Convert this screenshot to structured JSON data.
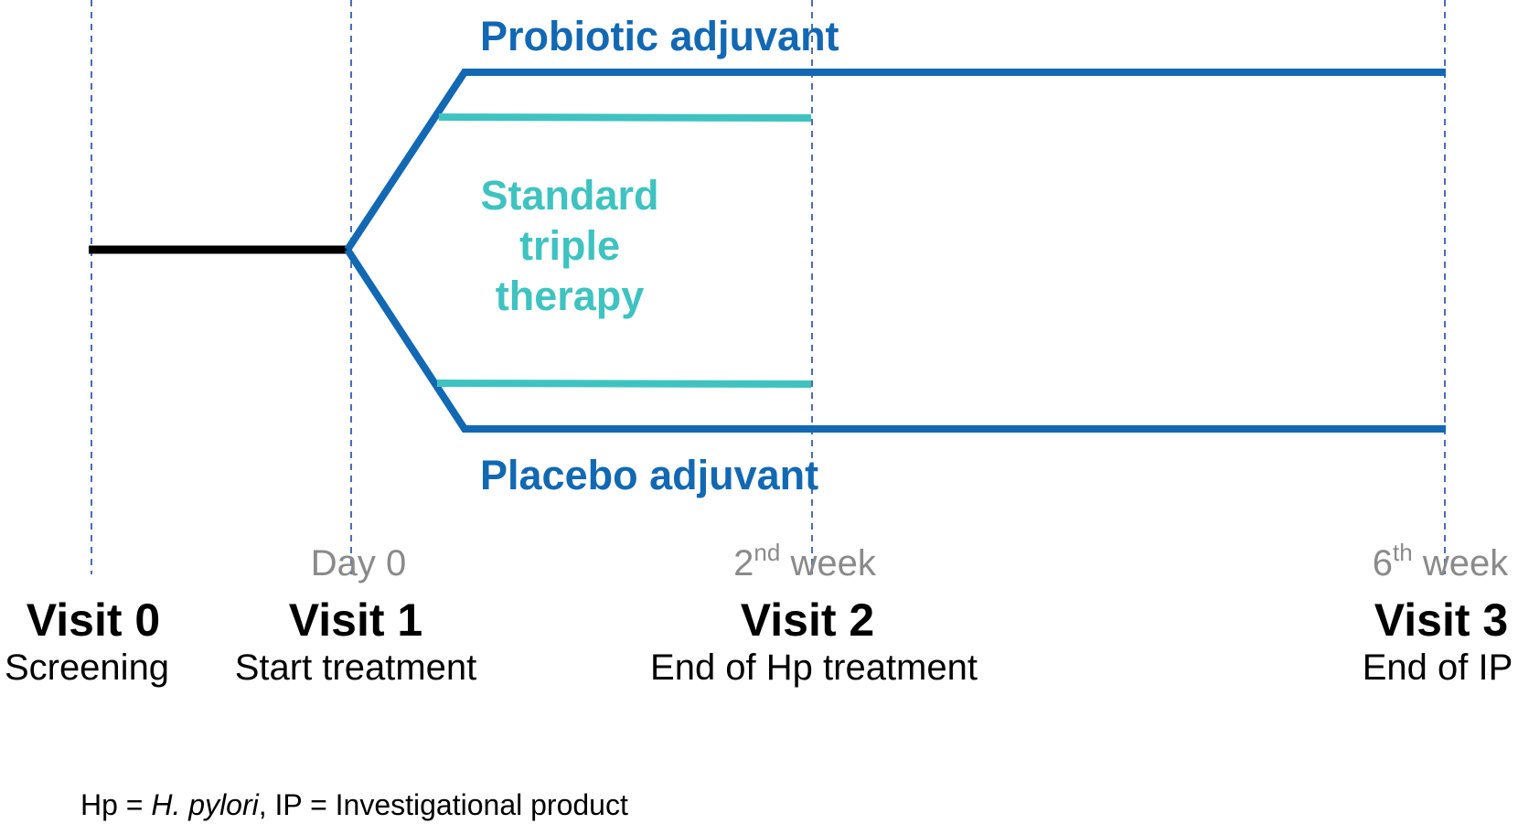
{
  "colors": {
    "blue": "#1268b3",
    "teal": "#3ec3c1",
    "black": "#000000",
    "gray": "#8a8a8a",
    "guide": "#4a6db5"
  },
  "arms": {
    "probiotic": "Probiotic adjuvant",
    "placebo": "Placebo adjuvant",
    "standard": [
      "Standard",
      "triple",
      "therapy"
    ]
  },
  "timepoints": {
    "day0": "Day 0",
    "week2": {
      "number": "2",
      "suffix": "nd",
      "word": " week"
    },
    "week6": {
      "number": "6",
      "suffix": "th",
      "word": " week"
    }
  },
  "visits": [
    {
      "title": "Visit 0",
      "subtitle": "Screening"
    },
    {
      "title": "Visit 1",
      "subtitle": "Start treatment"
    },
    {
      "title": "Visit 2",
      "subtitle": "End of Hp treatment"
    },
    {
      "title": "Visit 3",
      "subtitle": "End of IP"
    }
  ],
  "footnote": {
    "prefix": "Hp = ",
    "italic": "H. pylori",
    "suffix": ", IP = Investigational product"
  }
}
